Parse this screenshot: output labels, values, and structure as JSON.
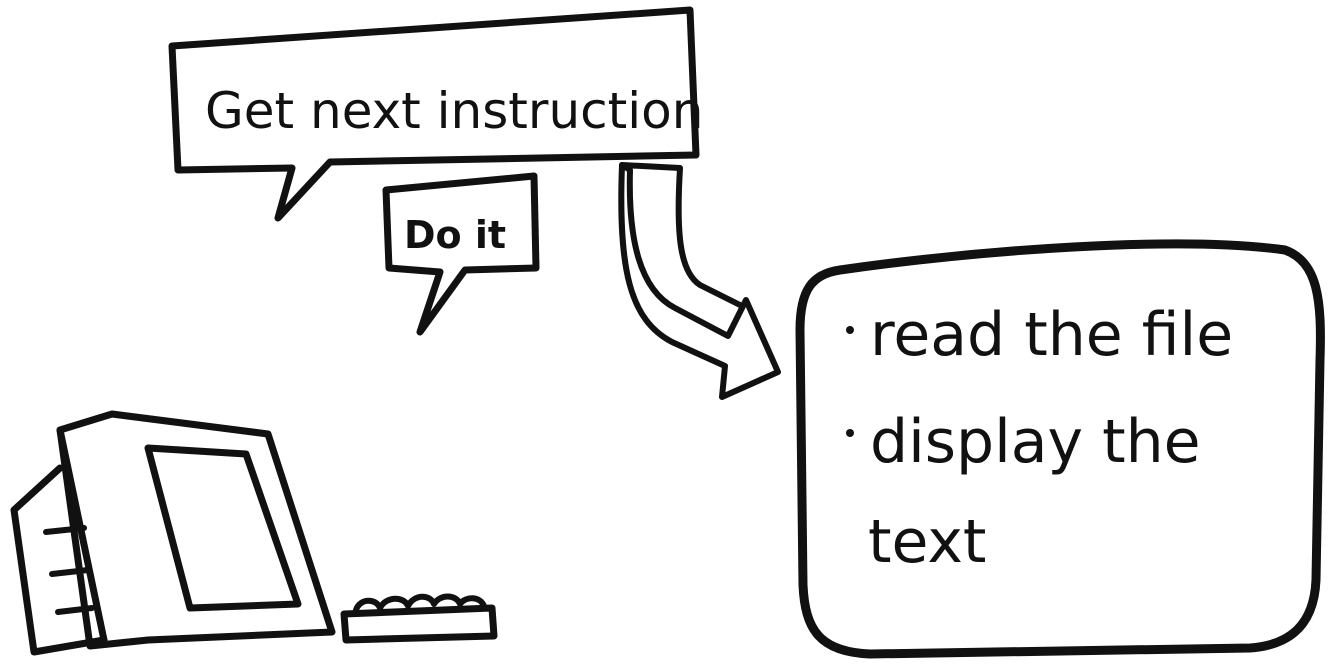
{
  "bubble_large": {
    "text": "Get next instruction"
  },
  "bubble_small": {
    "text": "Do it"
  },
  "task_box": {
    "items": [
      "read the file",
      "display the",
      "text"
    ]
  },
  "icons": {
    "computer": "computer-icon",
    "keyboard": "keyboard-icon",
    "arrow": "curved-arrow-icon"
  },
  "colors": {
    "ink": "#111111",
    "paper": "#ffffff"
  }
}
